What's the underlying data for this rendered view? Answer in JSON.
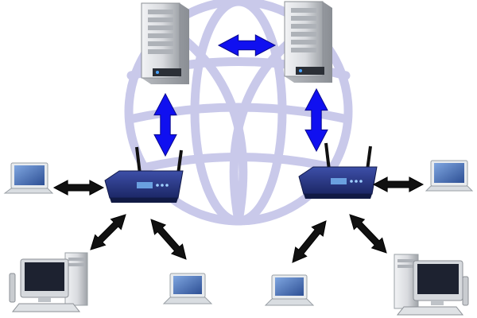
{
  "diagram": {
    "colors": {
      "globe": "#c9c9ea",
      "arrow_blue": "#1010f0",
      "arrow_black": "#111111",
      "server_body": "#cfd2d6",
      "router_body": "#2a3a8c",
      "screen": "#4a6fb0"
    },
    "nodes": [
      {
        "name": "server-left",
        "kind": "server-tower"
      },
      {
        "name": "server-right",
        "kind": "server-tower"
      },
      {
        "name": "router-left",
        "kind": "wireless-router"
      },
      {
        "name": "router-right",
        "kind": "wireless-router"
      },
      {
        "name": "laptop-far-left",
        "kind": "laptop"
      },
      {
        "name": "laptop-far-right",
        "kind": "laptop"
      },
      {
        "name": "desktop-left",
        "kind": "desktop-pc"
      },
      {
        "name": "desktop-right",
        "kind": "desktop-pc"
      },
      {
        "name": "laptop-bottom-left",
        "kind": "laptop"
      },
      {
        "name": "laptop-bottom-right",
        "kind": "laptop"
      }
    ],
    "links": [
      {
        "from": "server-left",
        "to": "server-right",
        "style": "blue"
      },
      {
        "from": "server-left",
        "to": "router-left",
        "style": "blue"
      },
      {
        "from": "server-right",
        "to": "router-right",
        "style": "blue"
      },
      {
        "from": "laptop-far-left",
        "to": "router-left",
        "style": "black"
      },
      {
        "from": "router-left",
        "to": "desktop-left",
        "style": "black"
      },
      {
        "from": "router-left",
        "to": "laptop-bottom-left",
        "style": "black"
      },
      {
        "from": "router-right",
        "to": "laptop-far-right",
        "style": "black"
      },
      {
        "from": "router-right",
        "to": "laptop-bottom-right",
        "style": "black"
      },
      {
        "from": "router-right",
        "to": "desktop-right",
        "style": "black"
      }
    ]
  }
}
